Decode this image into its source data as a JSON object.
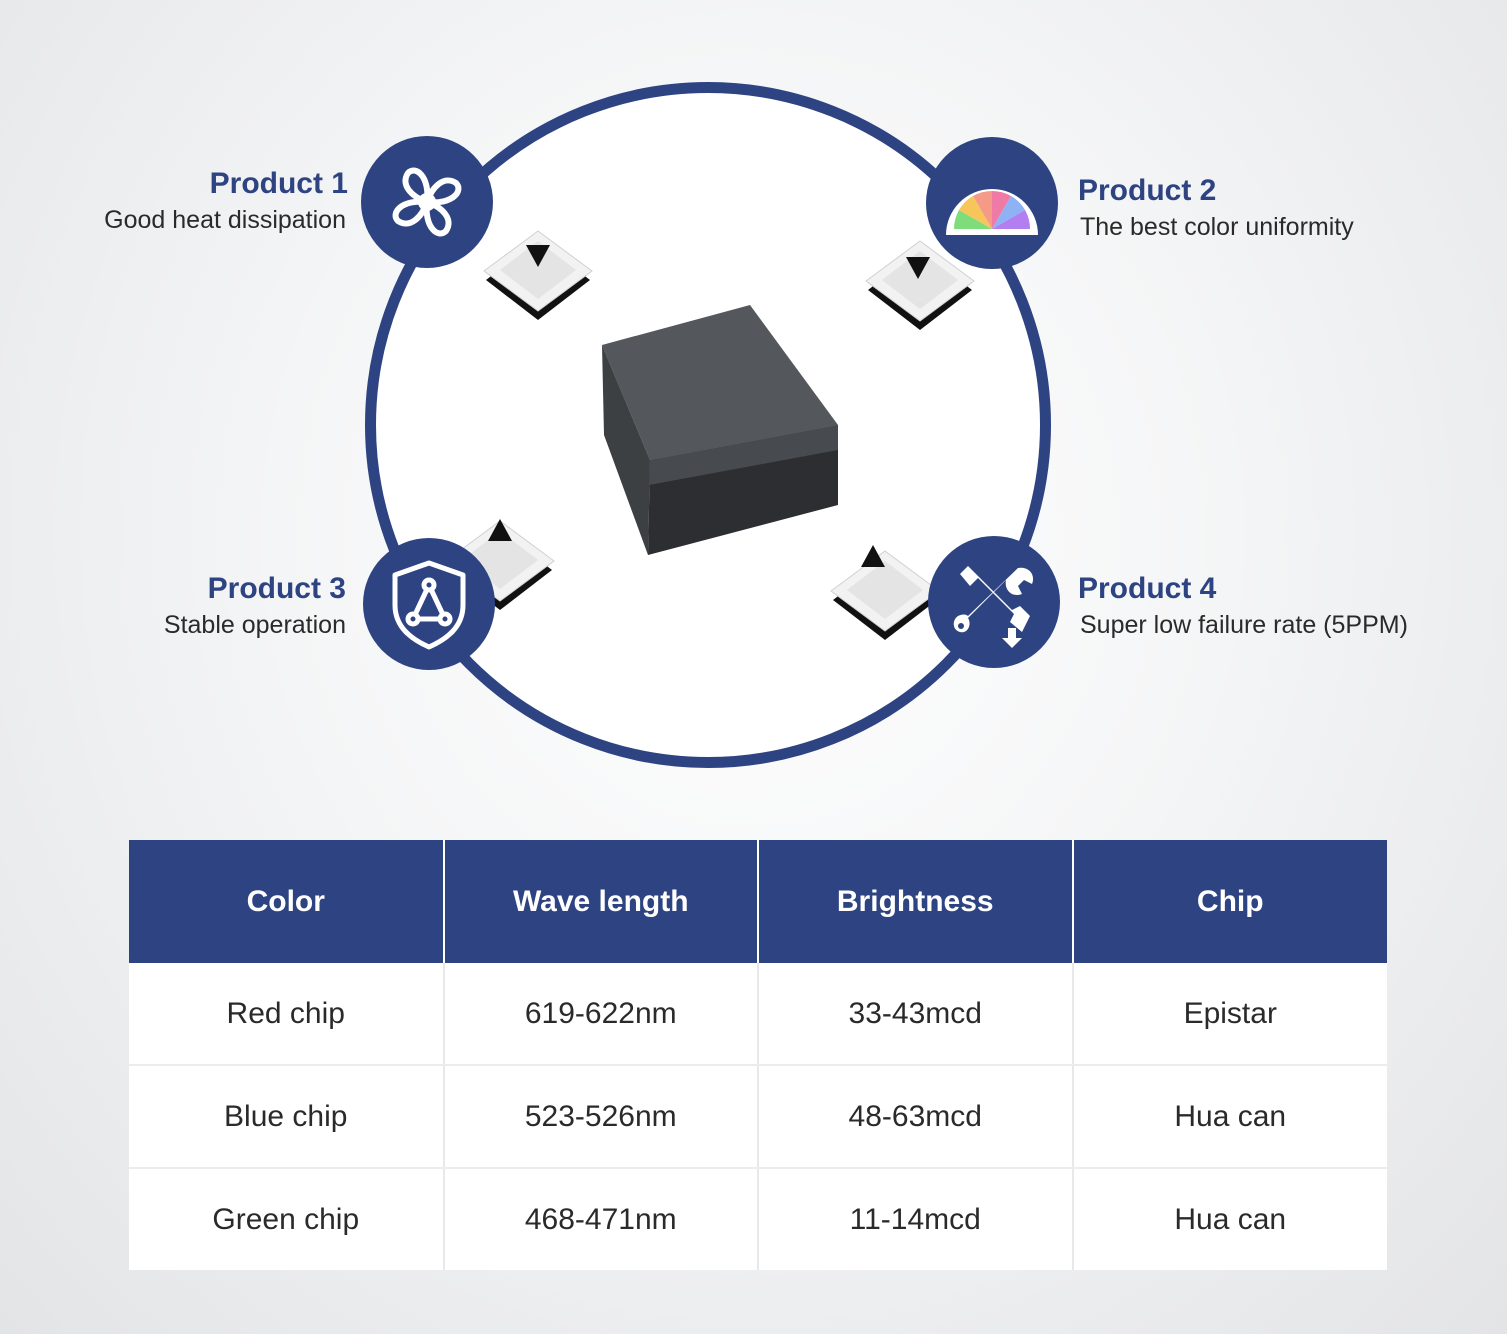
{
  "brand_color": "#2e4381",
  "features": [
    {
      "title": "Product 1",
      "description": "Good heat dissipation",
      "icon": "fan-icon"
    },
    {
      "title": "Product 2",
      "description": "The best color uniformity",
      "icon": "color-fan-icon"
    },
    {
      "title": "Product 3",
      "description": "Stable operation",
      "icon": "shield-network-icon"
    },
    {
      "title": "Product 4",
      "description": "Super low failure rate (5PPM)",
      "icon": "tools-icon"
    }
  ],
  "table": {
    "headers": [
      "Color",
      "Wave length",
      "Brightness",
      "Chip"
    ],
    "rows": [
      [
        "Red chip",
        "619-622nm",
        "33-43mcd",
        "Epistar"
      ],
      [
        "Blue chip",
        "523-526nm",
        "48-63mcd",
        "Hua can"
      ],
      [
        "Green chip",
        "468-471nm",
        "11-14mcd",
        "Hua can"
      ]
    ]
  }
}
